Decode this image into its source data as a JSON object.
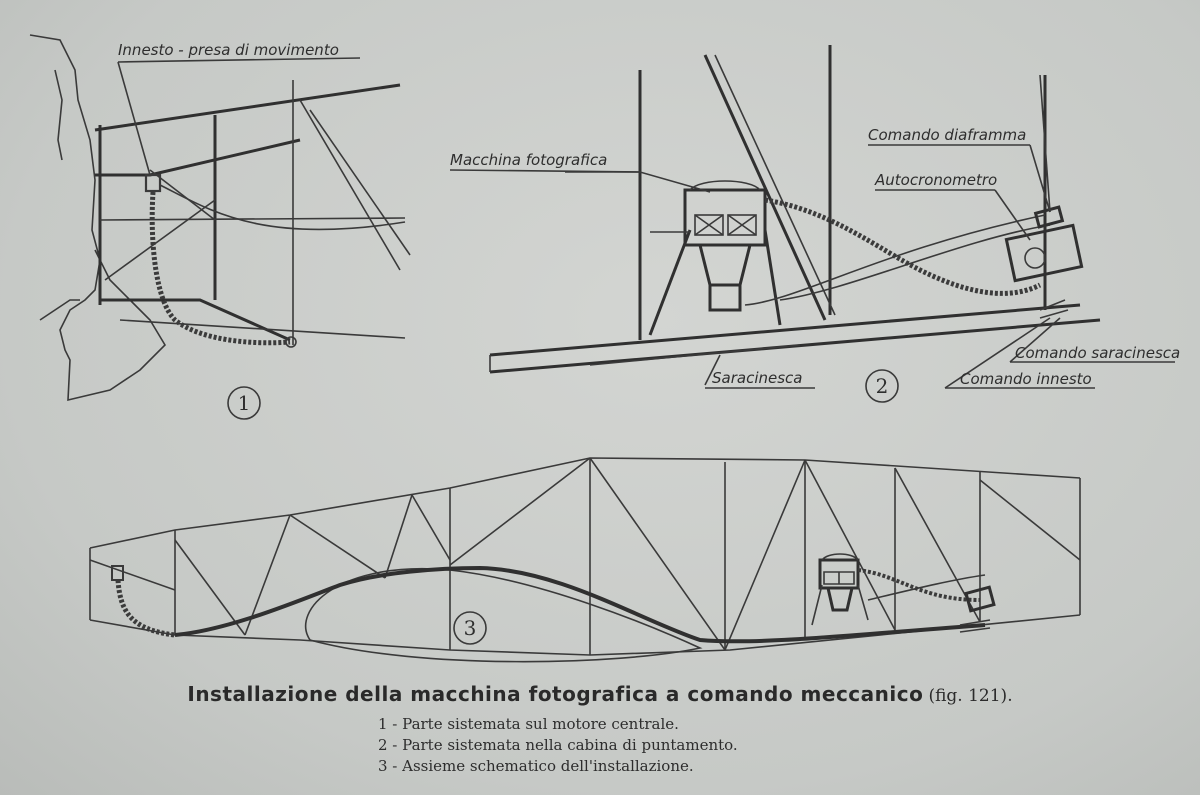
{
  "figure1": {
    "label_coupling": "Innesto - presa di movimento",
    "number": "1"
  },
  "figure2": {
    "label_camera": "Macchina fotografica",
    "label_diaphragm": "Comando diaframma",
    "label_timer": "Autocronometro",
    "label_shutter": "Saracinesca",
    "label_shutter_control": "Comando saracinesca",
    "label_coupling_control": "Comando innesto",
    "number": "2"
  },
  "figure3": {
    "number": "3"
  },
  "caption": {
    "title": "Installazione della macchina fotografica a comando meccanico",
    "reference": " (fig. 121)."
  },
  "legend": [
    "1 - Parte sistemata sul motore centrale.",
    "2 - Parte sistemata nella cabina di  puntamento.",
    "3 - Assieme schematico dell'installazione."
  ],
  "colors": {
    "paper": "#c9ccca",
    "ink": "#2b2b2b"
  }
}
